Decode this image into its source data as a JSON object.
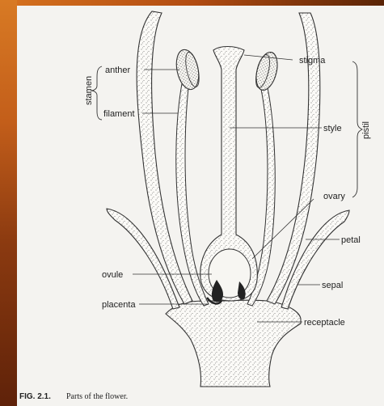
{
  "diagram": {
    "labels": {
      "anther": "anther",
      "stamen": "stamen",
      "filament": "filament",
      "stigma": "stigma",
      "style": "style",
      "pistil": "pistil",
      "ovary": "ovary",
      "petal": "petal",
      "sepal": "sepal",
      "ovule": "ovule",
      "placenta": "placenta",
      "receptacle": "receptacle"
    },
    "caption": {
      "fig": "FIG. 2.1.",
      "text": "Parts of the flower."
    }
  }
}
